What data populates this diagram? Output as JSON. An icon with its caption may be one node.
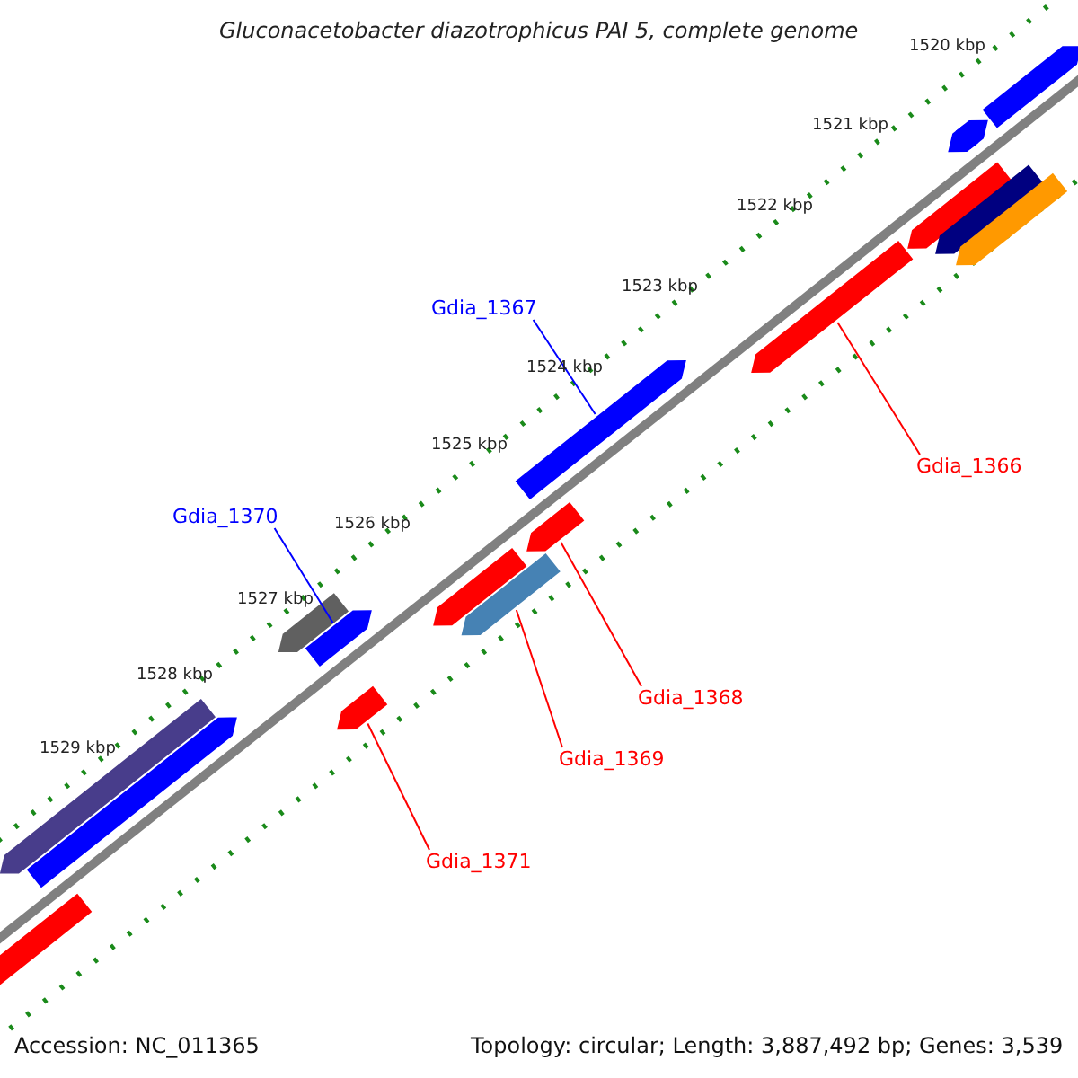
{
  "diagram": {
    "title": "Gluconacetobacter diazotrophicus PAI 5, complete genome",
    "nodes": [
      {
        "text": [
          "Gdia_1367"
        ]
      },
      {
        "text": [],
        "shape": "bar"
      },
      {
        "text": [
          "Gdia_1366"
        ]
      },
      {
        "text": [],
        "shape": "bar"
      },
      {
        "text": [
          "Gdia_1370"
        ]
      },
      {
        "text": [],
        "shape": "bar"
      },
      {
        "text": [
          "Gdia_1368"
        ]
      },
      {
        "text": [],
        "shape": "bar"
      },
      {
        "text": [
          "Gdia_1369"
        ]
      },
      {
        "text": [],
        "shape": "bar"
      },
      {
        "text": [
          "Gdia_1371"
        ]
      },
      {
        "text": [],
        "shape": "bar"
      }
    ],
    "edges": [
      {
        "from": 0,
        "to": 1,
        "arrow": "none",
        "color": "#0000ff"
      },
      {
        "from": 2,
        "to": 3,
        "arrow": "none"
      },
      {
        "from": 4,
        "to": 5,
        "arrow": "none",
        "color": "#0000ff"
      },
      {
        "from": 6,
        "to": 7,
        "arrow": "none"
      },
      {
        "from": 8,
        "to": 9,
        "arrow": "none"
      },
      {
        "from": 10,
        "to": 11,
        "arrow": "none"
      }
    ],
    "labels": [
      "1520 kbp",
      "1521 kbp",
      "1522 kbp",
      "1523 kbp",
      "1524 kbp",
      "1525 kbp",
      "1526 kbp",
      "1527 kbp",
      "1528 kbp",
      "1529 kbp",
      "Accession: NC_011365",
      "Topology: circular; Length: 3,887,492 bp; Genes: 3,539"
    ]
  }
}
